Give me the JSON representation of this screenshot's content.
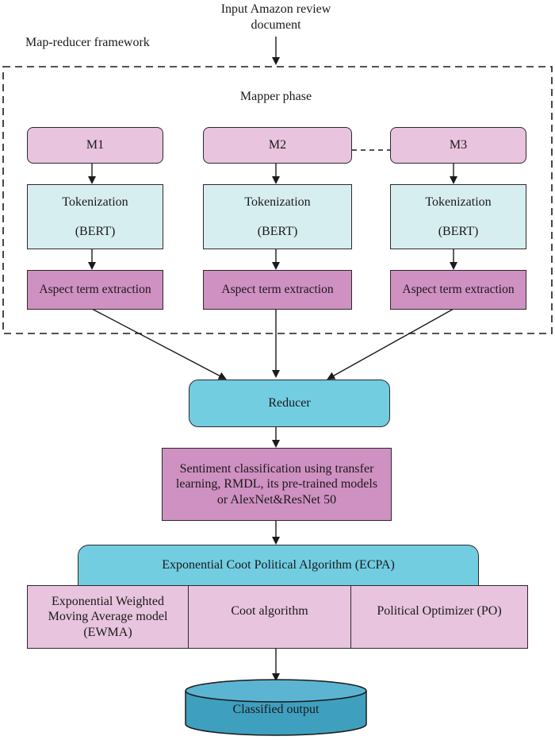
{
  "input_doc": {
    "line1": "Input Amazon review",
    "line2": "document"
  },
  "framework_label": "Map-reducer framework",
  "mapper_phase_label": "Mapper phase",
  "mappers": [
    {
      "id": "M1",
      "tok1": "Tokenization",
      "tok2": "(BERT)",
      "ate": "Aspect term extraction"
    },
    {
      "id": "M2",
      "tok1": "Tokenization",
      "tok2": "(BERT)",
      "ate": "Aspect term extraction"
    },
    {
      "id": "M3",
      "tok1": "Tokenization",
      "tok2": "(BERT)",
      "ate": "Aspect term extraction"
    }
  ],
  "reducer": "Reducer",
  "sentiment": {
    "line1": "Sentiment classification using transfer",
    "line2": "learning, RMDL, its pre-trained models",
    "line3": "or AlexNet&ResNet 50"
  },
  "ecpa": "Exponential Coot Political Algorithm (ECPA)",
  "ewma": {
    "line1": "Exponential Weighted",
    "line2": "Moving Average model",
    "line3": "(EWMA)"
  },
  "coot": "Coot algorithm",
  "po": "Political Optimizer (PO)",
  "output": "Classified output",
  "colors": {
    "pink": "#e8c4de",
    "mauve": "#cf90c2",
    "cyan": "#d7eef0",
    "blue": "#72cde1",
    "cylinder": "#3f9fbf"
  }
}
